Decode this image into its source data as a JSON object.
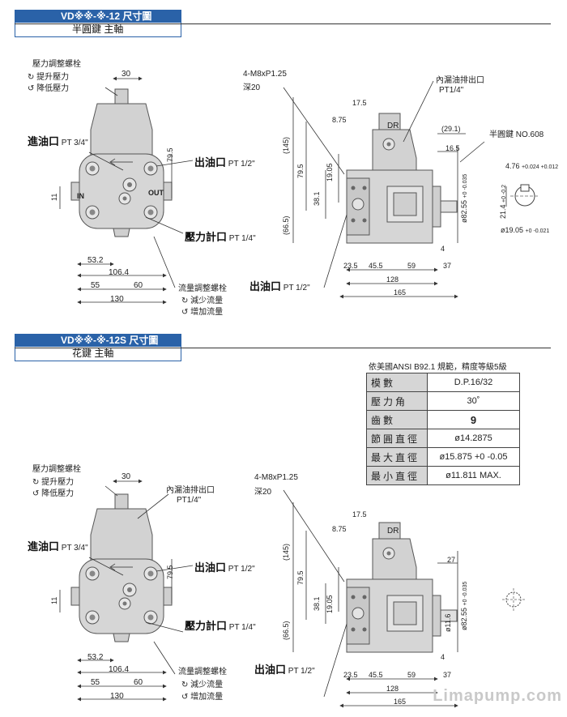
{
  "section1": {
    "title": "VD※※-※-12 尺寸圖",
    "subtitle": "半圓鍵 主軸",
    "pressure_screw": "壓力調整螺栓",
    "raise_pressure": "提升壓力",
    "lower_pressure": "降低壓力",
    "inlet": "進油口",
    "inlet_size": "PT 3/4\"",
    "outlet": "出油口",
    "outlet_size": "PT 1/2\"",
    "gauge": "壓力計口",
    "gauge_size": "PT 1/4\"",
    "flow_screw": "流量調整螺栓",
    "reduce_flow": "減少流量",
    "increase_flow": "增加流量",
    "bolt": "4-M8xP1.25",
    "depth": "深20",
    "drain": "內漏油排出口",
    "drain_size": "PT1/4\"",
    "key": "半圓鍵 NO.608",
    "dr": "DR",
    "in_mark": "IN",
    "out_mark": "OUT",
    "dims": {
      "d30": "30",
      "d79_5": "79.5",
      "d11": "11",
      "d53_2": "53.2",
      "d106_4": "106.4",
      "d55": "55",
      "d60": "60",
      "d130": "130",
      "d17_5": "17.5",
      "d8_75": "8.75",
      "d145": "(145)",
      "d66_5": "(66.5)",
      "d19_05": "19.05",
      "d38_1": "38.1",
      "d29_1": "(29.1)",
      "d16_5": "16.5",
      "dshaft": "ø82.55",
      "dshaft_tol": "+0 -0.035",
      "d4": "4",
      "d23_5": "23.5",
      "d45_5": "45.5",
      "d59": "59",
      "d37": "37",
      "d128": "128",
      "d165": "165",
      "d4_76": "4.76",
      "d4_76_tol": "+0.024 +0.012",
      "d21_4": "21.4",
      "d21_4_tol": "+0 -0.2",
      "d19_05b": "ø19.05",
      "d19_05b_tol": "+0 -0.021"
    }
  },
  "section2": {
    "title": "VD※※-※-12S 尺寸圖",
    "subtitle": "花鍵 主軸",
    "pressure_screw": "壓力調整螺栓",
    "raise_pressure": "提升壓力",
    "lower_pressure": "降低壓力",
    "drain": "內漏油排出口",
    "drain_size": "PT1/4\"",
    "inlet": "進油口",
    "inlet_size": "PT 3/4\"",
    "outlet": "出油口",
    "outlet_size": "PT 1/2\"",
    "gauge": "壓力計口",
    "gauge_size": "PT 1/4\"",
    "flow_screw": "流量調整螺栓",
    "reduce_flow": "減少流量",
    "increase_flow": "增加流量",
    "bolt": "4-M8xP1.25",
    "depth": "深20",
    "dr": "DR",
    "dims": {
      "d30": "30",
      "d79_5": "79.5",
      "d11": "11",
      "d53_2": "53.2",
      "d106_4": "106.4",
      "d55": "55",
      "d60": "60",
      "d130": "130",
      "d17_5": "17.5",
      "d8_75": "8.75",
      "d145": "(145)",
      "d66_5": "(66.5)",
      "d38_1": "38.1",
      "d19_05": "19.05",
      "d27": "27",
      "d11_6": "ø11.6",
      "dshaft": "ø82.55",
      "dshaft_tol": "+0 -0.035",
      "d4": "4",
      "d23_5": "23.5",
      "d45_5": "45.5",
      "d59": "59",
      "d37": "37",
      "d128": "128",
      "d165": "165"
    }
  },
  "spec_table": {
    "caption": "依美國ANSI  B92.1 規範，精度等級5級",
    "rows": [
      {
        "label": "模數",
        "value": "D.P.16/32"
      },
      {
        "label": "壓力角",
        "value": "30˚"
      },
      {
        "label": "齒數",
        "value": "9"
      },
      {
        "label": "節圓直徑",
        "value": "ø14.2875"
      },
      {
        "label": "最大直徑",
        "value": "ø15.875 +0 -0.05"
      },
      {
        "label": "最小直徑",
        "value": "ø11.811 MAX."
      }
    ]
  },
  "watermark": "Limapump.com",
  "colors": {
    "header": "#2a62a8",
    "body": "#d4d4d4",
    "line": "#444444"
  }
}
